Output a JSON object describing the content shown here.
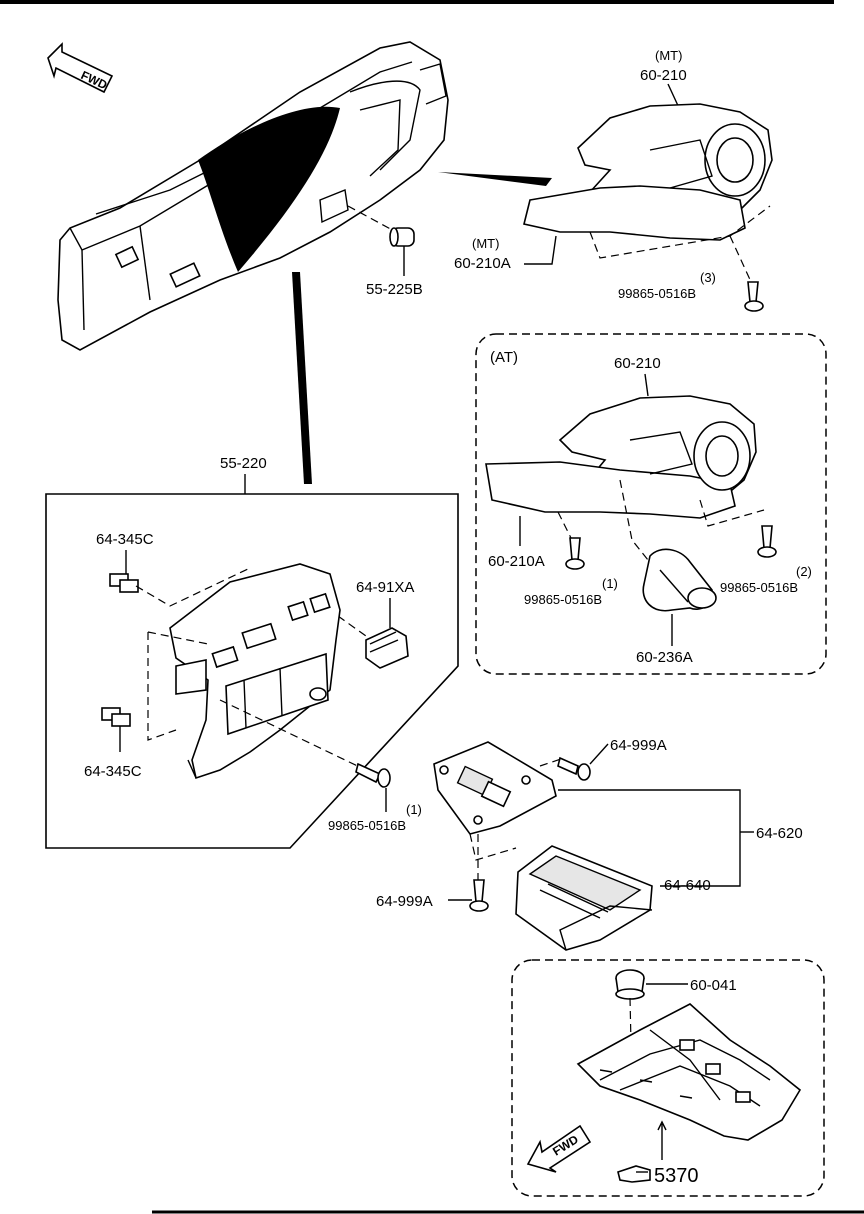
{
  "labels": {
    "fwd_top": "FWD",
    "fwd_bottom": "FWD",
    "mt_top": "(MT)",
    "p60_210_mt": "60-210",
    "mt_left": "(MT)",
    "p60_210A_mt": "60-210A",
    "p55_225B": "55-225B",
    "qty3": "(3)",
    "screw_mt": "99865-0516B",
    "at_title": "(AT)",
    "p60_210_at": "60-210",
    "p60_210A_at": "60-210A",
    "qty1_at": "(1)",
    "screw_at1": "99865-0516B",
    "qty2_at": "(2)",
    "screw_at2": "99865-0516B",
    "p60_236A": "60-236A",
    "p55_220": "55-220",
    "p64_345C_top": "64-345C",
    "p64_91XA": "64-91XA",
    "p64_345C_bottom": "64-345C",
    "qty1_panel": "(1)",
    "screw_panel": "99865-0516B",
    "p64_999A_top": "64-999A",
    "p64_620": "64-620",
    "p64_999A_bottom": "64-999A",
    "p64_640": "64-640",
    "p60_041": "60-041",
    "p5370": "5370"
  },
  "icons": {
    "fwd_arrow": "fwd-arrow-icon",
    "reference_hand": "pointing-hand-icon"
  }
}
